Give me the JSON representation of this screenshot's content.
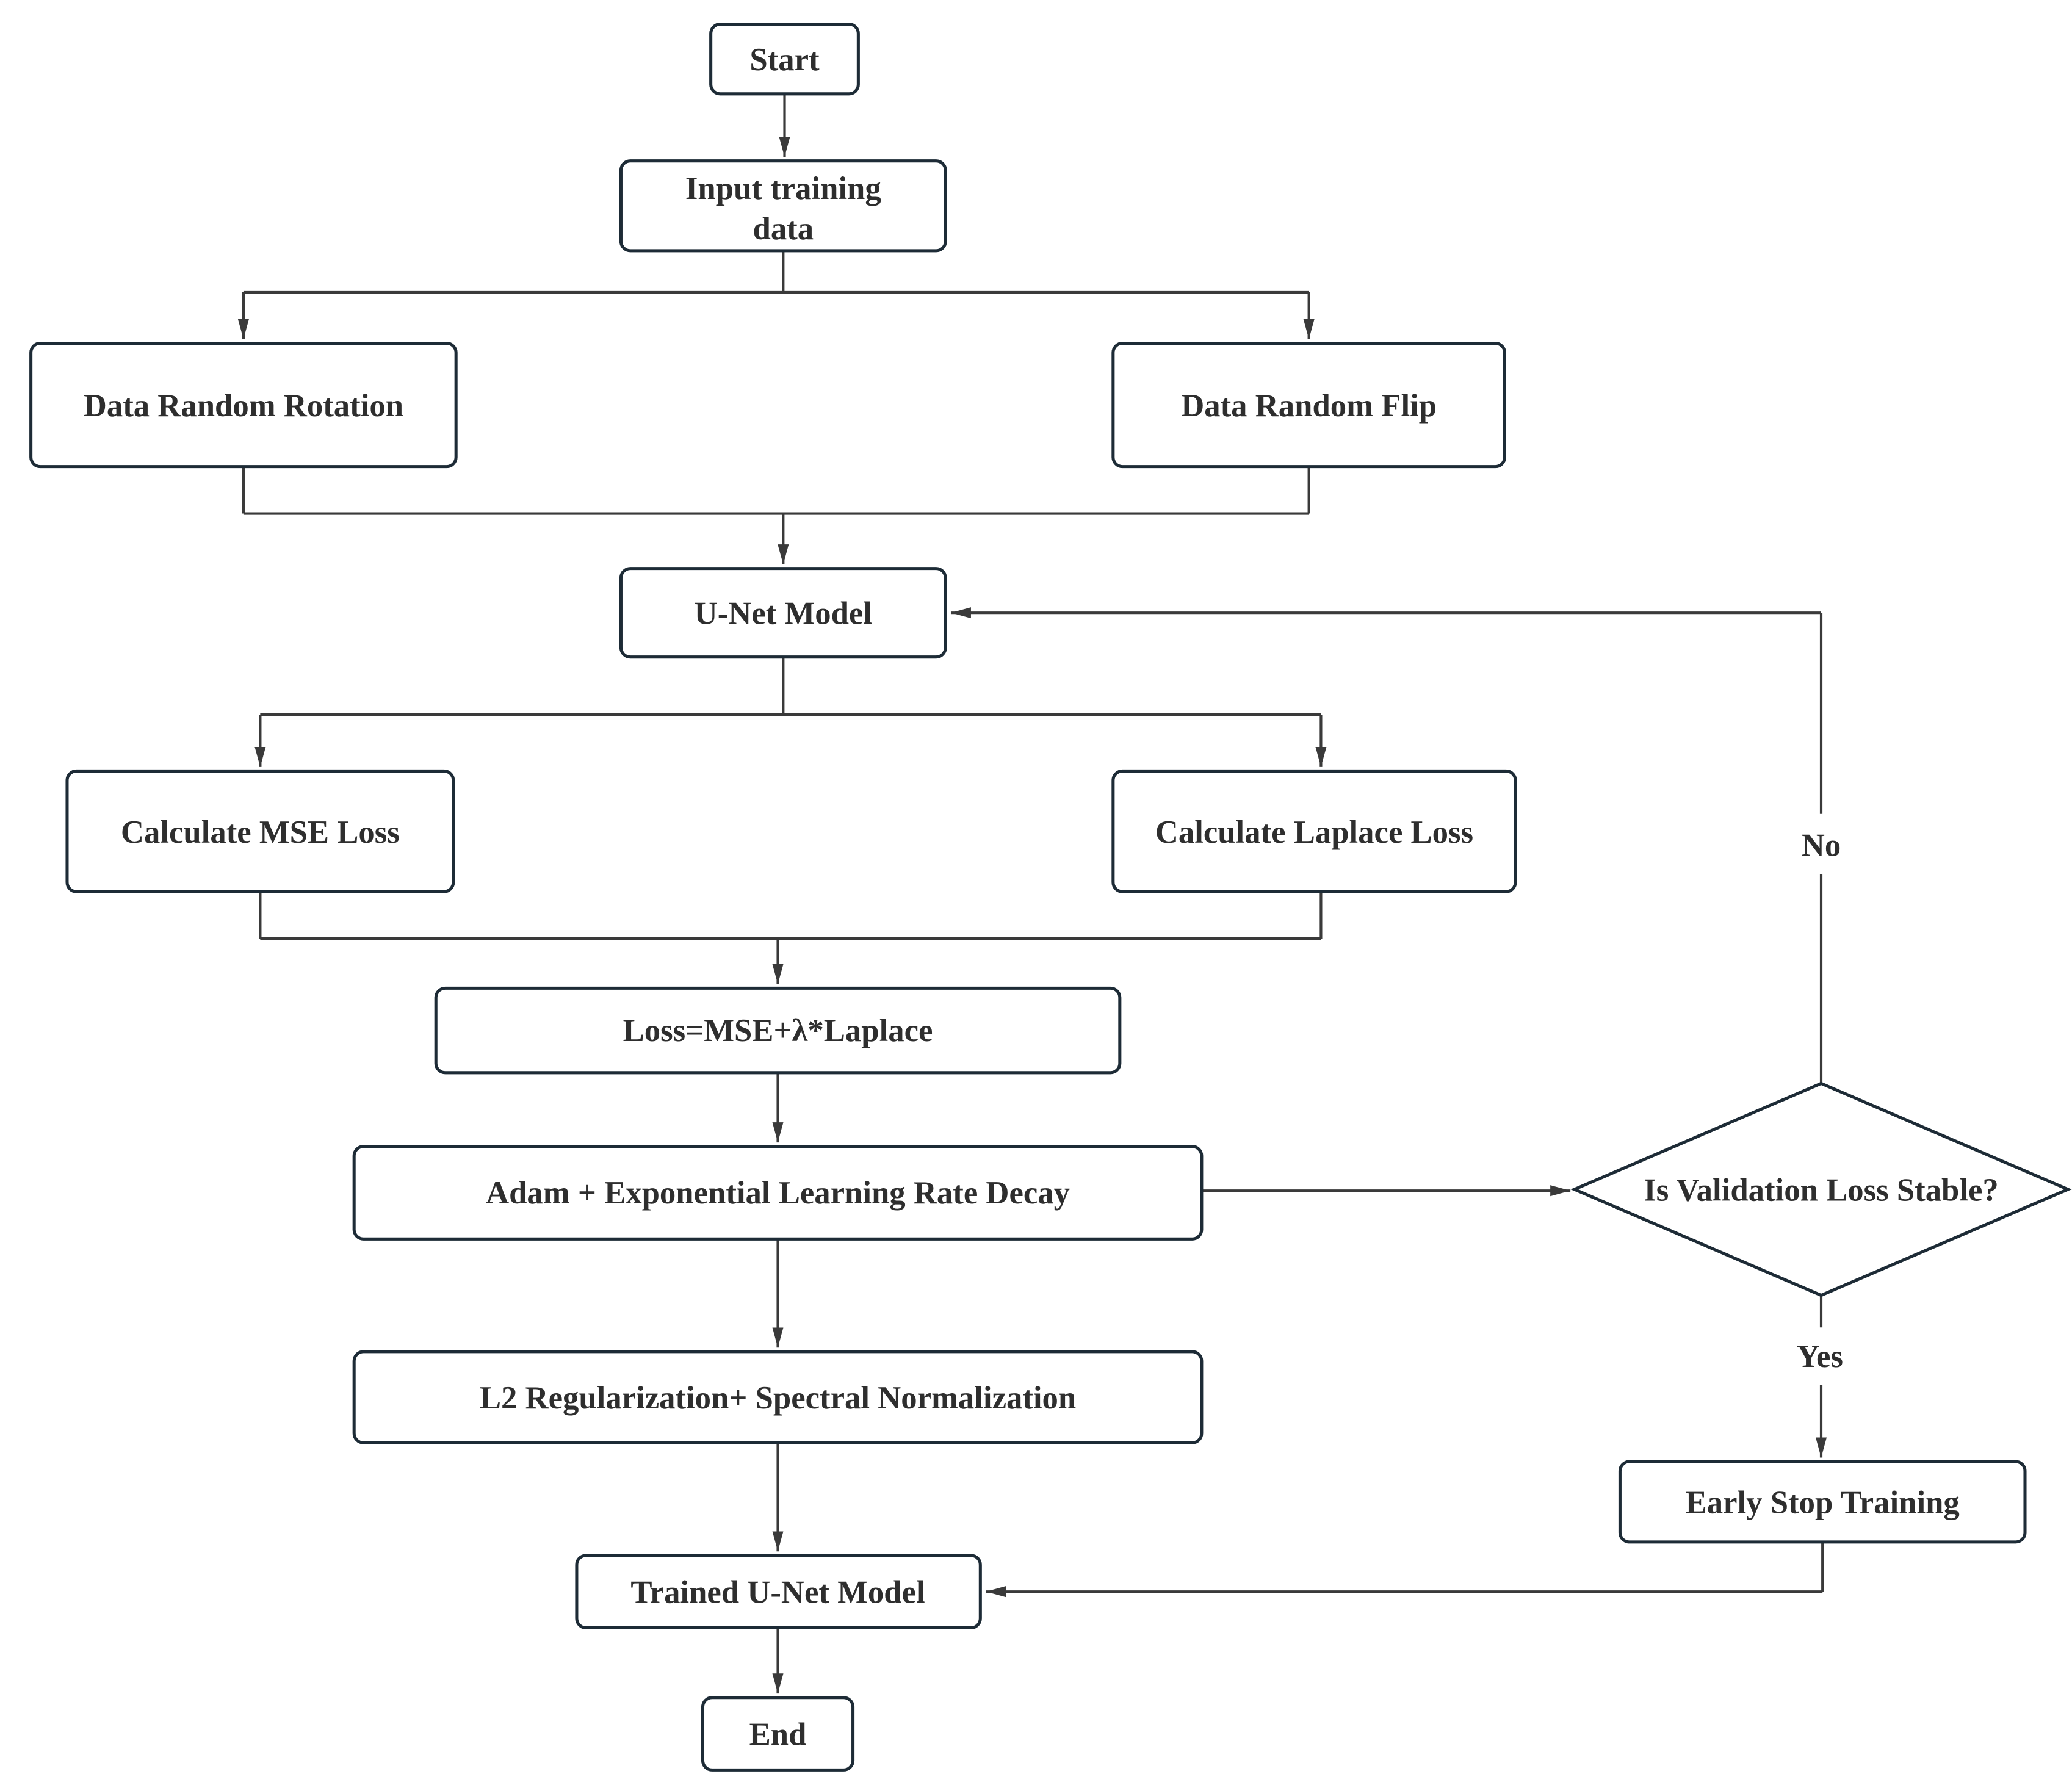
{
  "diagram": {
    "type": "flowchart",
    "colors": {
      "background": "#ffffff",
      "node_fill": "#ffffff",
      "node_border": "#1d2b36",
      "connector": "#3a3a3a",
      "text": "#2e2e2e"
    },
    "nodes": {
      "start": {
        "label": "Start"
      },
      "input_training_data": {
        "label_line1": "Input training",
        "label_line2": "data"
      },
      "data_random_rotation": {
        "label": "Data Random Rotation"
      },
      "data_random_flip": {
        "label": "Data Random Flip"
      },
      "unet_model": {
        "label": "U-Net Model"
      },
      "calculate_mse_loss": {
        "label": "Calculate MSE Loss"
      },
      "calculate_laplace_loss": {
        "label": "Calculate Laplace Loss"
      },
      "loss_formula": {
        "label": "Loss=MSE+λ*Laplace"
      },
      "adam_lr_decay": {
        "label": "Adam +  Exponential Learning Rate Decay"
      },
      "l2_spectral_norm": {
        "label": "L2 Regularization+ Spectral Normalization"
      },
      "trained_unet_model": {
        "label": "Trained U-Net Model"
      },
      "end": {
        "label": "End"
      },
      "decision_validation_loss": {
        "label": "Is Validation Loss Stable?"
      },
      "early_stop_training": {
        "label": "Early Stop Training"
      }
    },
    "edge_labels": {
      "no": "No",
      "yes": "Yes"
    }
  }
}
